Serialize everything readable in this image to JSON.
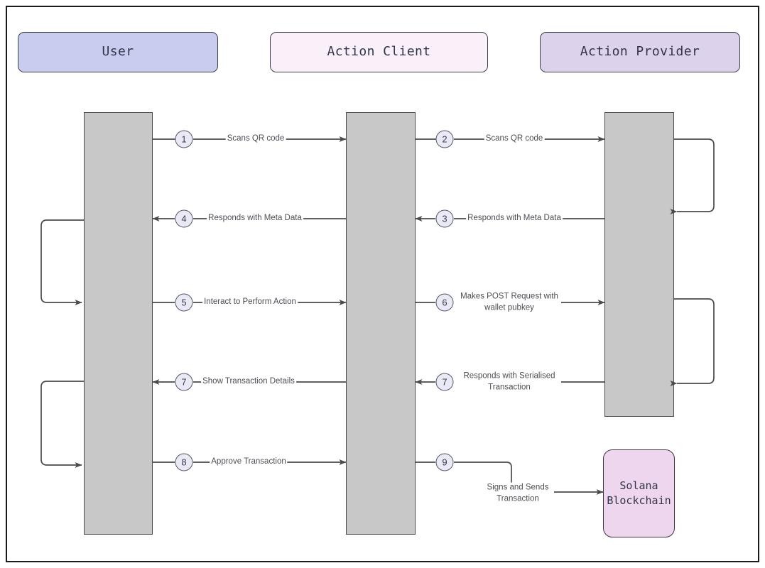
{
  "diagram": {
    "type": "sequence-diagram",
    "title": "Solana Actions / Blinks sequence",
    "background_color": "#ffffff",
    "frame_border_color": "#1a1a1a"
  },
  "actors": [
    {
      "id": "user",
      "label": "User",
      "fill": "#c8cdef",
      "stroke": "#3f3f4a"
    },
    {
      "id": "client",
      "label": "Action Client",
      "fill": "#faf0fa",
      "stroke": "#3f3f4a"
    },
    {
      "id": "provider",
      "label": "Action Provider",
      "fill": "#ddd2ec",
      "stroke": "#3f3f4a"
    }
  ],
  "entities": [
    {
      "id": "solana",
      "label": "Solana\nBlockchain",
      "fill": "#eed7ee",
      "stroke": "#42353f"
    }
  ],
  "activations": [
    {
      "actor": "user",
      "fill": "#c8c8c8",
      "stroke": "#4a4a4a"
    },
    {
      "actor": "client",
      "fill": "#c8c8c8",
      "stroke": "#4a4a4a"
    },
    {
      "actor": "provider",
      "fill": "#c8c8c8",
      "stroke": "#4a4a4a"
    }
  ],
  "messages": [
    {
      "step": "1",
      "label": "Scans QR code",
      "from": "user",
      "to": "client",
      "direction": "right"
    },
    {
      "step": "2",
      "label": "Scans QR code",
      "from": "client",
      "to": "provider",
      "direction": "right"
    },
    {
      "step": "3",
      "label": "Responds with Meta Data",
      "from": "provider",
      "to": "client",
      "direction": "left"
    },
    {
      "step": "4",
      "label": "Responds with Meta Data",
      "from": "client",
      "to": "user",
      "direction": "left"
    },
    {
      "step": "5",
      "label": "Interact to Perform Action",
      "from": "user",
      "to": "client",
      "direction": "right"
    },
    {
      "step": "6",
      "label": "Makes POST Request with\nwallet pubkey",
      "from": "client",
      "to": "provider",
      "direction": "right"
    },
    {
      "step": "7",
      "label": "Responds with Serialised\nTransaction",
      "from": "provider",
      "to": "client",
      "direction": "left"
    },
    {
      "step": "7",
      "label": "Show Transaction Details",
      "from": "client",
      "to": "user",
      "direction": "left"
    },
    {
      "step": "8",
      "label": "Approve Transaction",
      "from": "user",
      "to": "client",
      "direction": "right"
    },
    {
      "step": "9",
      "label": "Signs and Sends\nTransaction",
      "from": "client",
      "to": "solana",
      "direction": "right"
    }
  ],
  "self_loops": [
    {
      "actor": "user",
      "side": "left"
    },
    {
      "actor": "user",
      "side": "left"
    },
    {
      "actor": "provider",
      "side": "right"
    },
    {
      "actor": "provider",
      "side": "right"
    }
  ],
  "labels": {
    "msg1": "Scans QR code",
    "msg2": "Scans QR code",
    "msg3": "Responds with Meta Data",
    "msg4": "Responds with Meta Data",
    "msg5": "Interact to Perform Action",
    "msg6": "Makes POST Request with\nwallet pubkey",
    "msg7r": "Responds with Serialised\nTransaction",
    "msg7l": "Show Transaction Details",
    "msg8": "Approve Transaction",
    "msg9": "Signs and Sends\nTransaction"
  },
  "steps": {
    "s1": "1",
    "s2": "2",
    "s3": "3",
    "s4": "4",
    "s5": "5",
    "s6": "6",
    "s7r": "7",
    "s7l": "7",
    "s8": "8",
    "s9": "9"
  },
  "actor_labels": {
    "user": "User",
    "client": "Action Client",
    "provider": "Action Provider",
    "solana": "Solana\nBlockchain"
  }
}
